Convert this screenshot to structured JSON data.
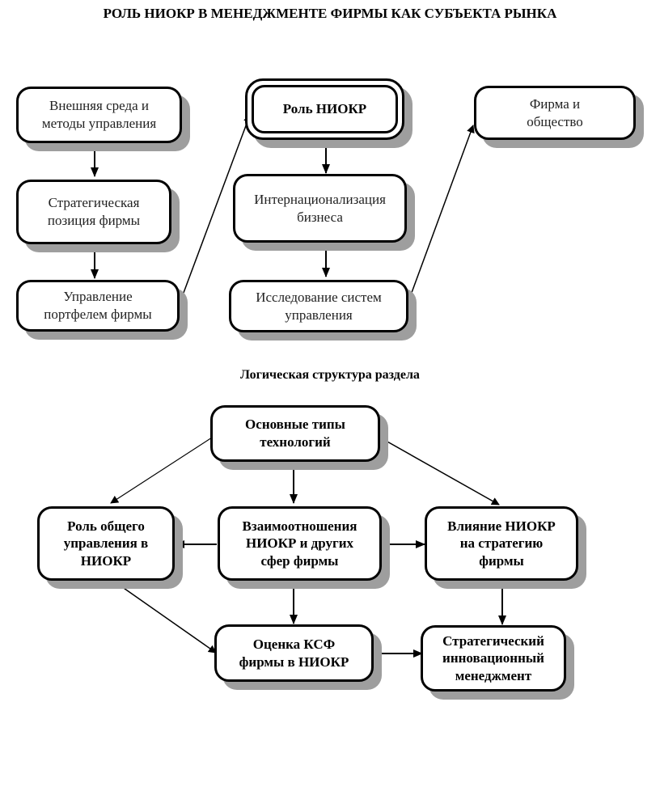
{
  "title": "РОЛЬ НИОКР В МЕНЕДЖМЕНТЕ ФИРМЫ КАК СУБЪЕКТА РЫНКА",
  "diagram_top": {
    "nodes": {
      "external_env": "Внешняя среда и\nметоды управления",
      "strategic_position": "Стратегическая\nпозиция фирмы",
      "portfolio_mgmt": "Управление\nпортфелем фирмы",
      "role_rd": "Роль НИОКР",
      "internationalization": "Интернационализация\nбизнеса",
      "mgmt_systems_research": "Исследование систем\nуправления",
      "firm_society": "Фирма   и\nобщество"
    },
    "edges": [
      {
        "from": "external_env",
        "to": "strategic_position"
      },
      {
        "from": "strategic_position",
        "to": "portfolio_mgmt"
      },
      {
        "from": "portfolio_mgmt",
        "to": "role_rd"
      },
      {
        "from": "role_rd",
        "to": "internationalization"
      },
      {
        "from": "internationalization",
        "to": "mgmt_systems_research"
      },
      {
        "from": "mgmt_systems_research",
        "to": "firm_society"
      }
    ]
  },
  "subtitle": "Логическая структура раздела",
  "diagram_bottom": {
    "nodes": {
      "tech_types": "Основные типы\nтехнологий",
      "general_mgmt_role": "Роль общего\nуправления в\nНИОКР",
      "rd_relations": "Взаимоотношения\nНИОКР и  других\nсфер фирмы",
      "rd_strategy_impact": "Влияние НИОКР\nна  стратегию\nфирмы",
      "ksf_assessment": "Оценка КСФ\nфирмы в НИОКР",
      "strategic_innovation_mgmt": "Стратегический\nинновационный\nменеджмент"
    },
    "edges": [
      {
        "from": "tech_types",
        "to": "general_mgmt_role"
      },
      {
        "from": "tech_types",
        "to": "rd_relations"
      },
      {
        "from": "tech_types",
        "to": "rd_strategy_impact"
      },
      {
        "from": "rd_relations",
        "to": "general_mgmt_role"
      },
      {
        "from": "rd_relations",
        "to": "rd_strategy_impact"
      },
      {
        "from": "rd_relations",
        "to": "ksf_assessment"
      },
      {
        "from": "general_mgmt_role",
        "to": "ksf_assessment"
      },
      {
        "from": "rd_strategy_impact",
        "to": "strategic_innovation_mgmt"
      },
      {
        "from": "ksf_assessment",
        "to": "strategic_innovation_mgmt"
      }
    ]
  },
  "colors": {
    "stroke": "#000000",
    "shadow": "#9e9e9e",
    "background": "#ffffff"
  }
}
